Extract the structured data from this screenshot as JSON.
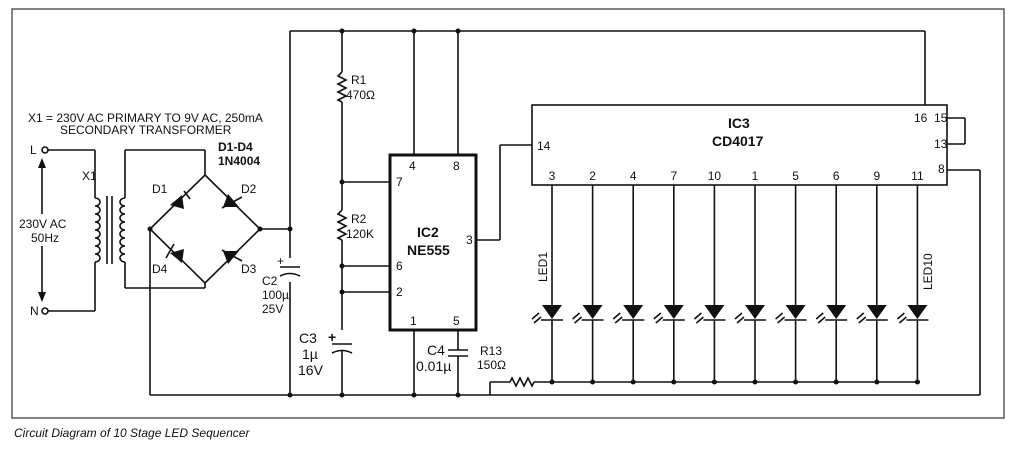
{
  "transformer_note": [
    "X1 = 230V AC PRIMARY TO 9V AC, 250mA",
    "SECONDARY TRANSFORMER"
  ],
  "input": {
    "l": "L",
    "n": "N",
    "voltage": "230V AC",
    "freq": "50Hz"
  },
  "x1": "X1",
  "bridge": {
    "title": "D1-D4",
    "part": "1N4004",
    "d1": "D1",
    "d2": "D2",
    "d3": "D3",
    "d4": "D4"
  },
  "c2": {
    "name": "C2",
    "value": "100µ",
    "voltage": "25V",
    "plus": "+"
  },
  "r1": {
    "name": "R1",
    "value": "470Ω"
  },
  "r2": {
    "name": "R2",
    "value": "120K"
  },
  "c3": {
    "name": "C3",
    "value": "1µ",
    "voltage": "16V",
    "plus": "+"
  },
  "ic2": {
    "name": "IC2",
    "part": "NE555",
    "pins": {
      "p4": "4",
      "p8": "8",
      "p7": "7",
      "p6": "6",
      "p2": "2",
      "p3": "3",
      "p1": "1",
      "p5": "5"
    }
  },
  "c4": {
    "name": "C4",
    "value": "0.01µ"
  },
  "r13": {
    "name": "R13",
    "value": "150Ω"
  },
  "ic3": {
    "name": "IC3",
    "part": "CD4017",
    "pin_14": "14",
    "pin_16": "16",
    "pin_15": "15",
    "pin_13": "13",
    "pin_8": "8",
    "outputs": [
      "3",
      "2",
      "4",
      "7",
      "10",
      "1",
      "5",
      "6",
      "9",
      "11"
    ]
  },
  "leds": {
    "first": "LED1",
    "last": "LED10"
  },
  "caption": "Circuit Diagram of 10 Stage LED Sequencer"
}
